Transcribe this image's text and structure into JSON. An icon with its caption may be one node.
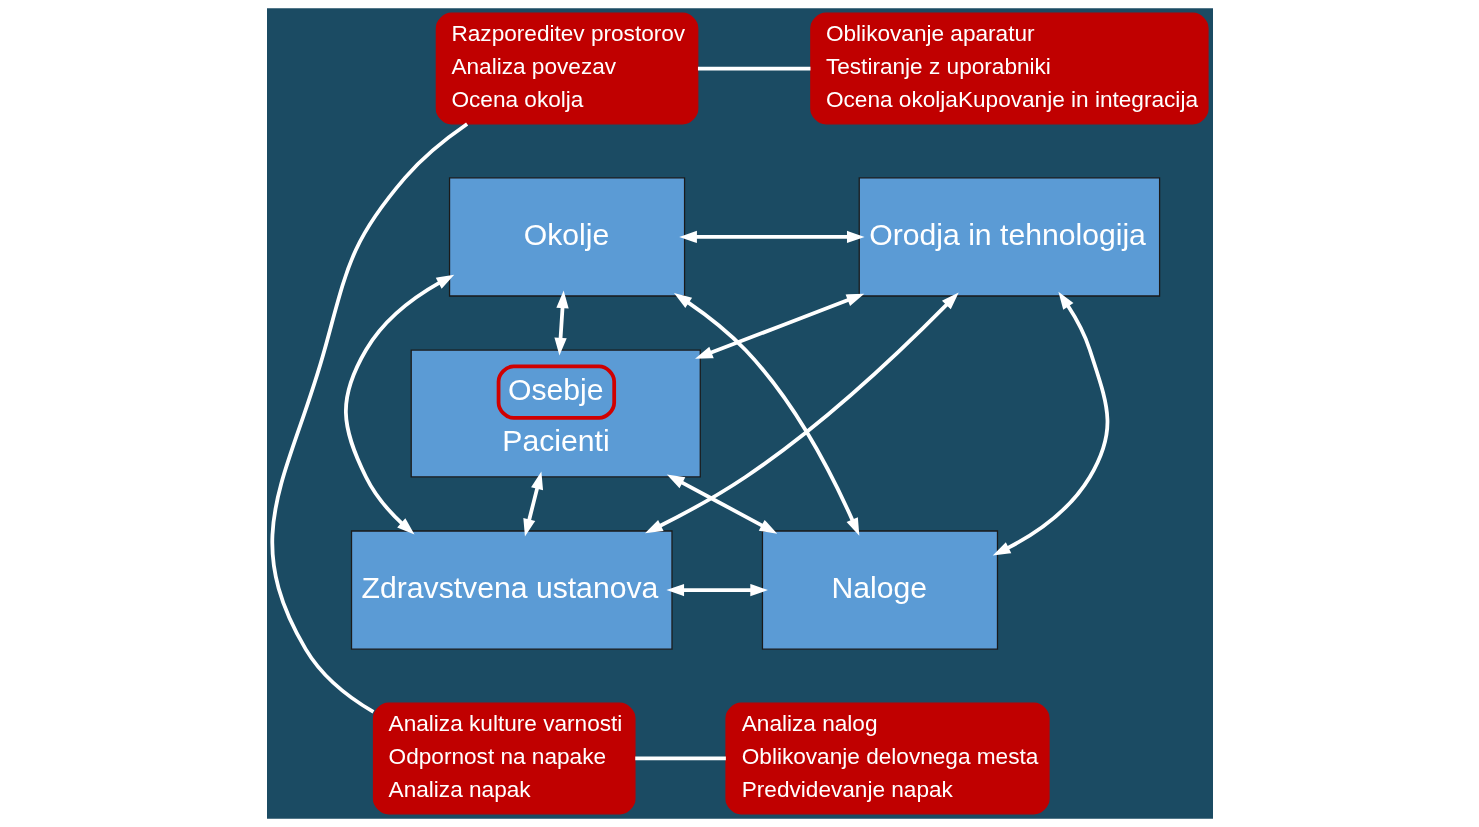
{
  "diagram": {
    "nodes": [
      {
        "text": [
          "Razporeditev prostorov",
          "Analiza povezav",
          "Ocena okolja"
        ]
      },
      {
        "text": [
          "Oblikovanje aparatur",
          "Testiranje z uporabniki",
          "Ocena okoljaKupovanje in integracija"
        ]
      },
      {
        "text": [
          "Okolje"
        ]
      },
      {
        "text": [
          "Orodja in tehnologija"
        ]
      },
      {
        "text": [
          "Osebje",
          "Pacienti"
        ]
      },
      {
        "text": [
          "Zdravstvena ustanova"
        ]
      },
      {
        "text": [
          "Naloge"
        ]
      },
      {
        "text": [
          "Analiza kulture varnosti",
          "Odpornost na napake",
          "Analiza napak"
        ]
      },
      {
        "text": [
          "Analiza nalog",
          "Oblikovanje delovnega mesta",
          "Predvidevanje napak"
        ]
      }
    ],
    "edges": [
      {
        "from": 0,
        "to": 1,
        "arrow": "none"
      },
      {
        "from": 0,
        "to": 7,
        "arrow": "none"
      },
      {
        "from": 7,
        "to": 8,
        "arrow": "none"
      },
      {
        "from": 2,
        "to": 3,
        "arrow": "both"
      },
      {
        "from": 2,
        "to": 4,
        "arrow": "both"
      },
      {
        "from": 2,
        "to": 5,
        "arrow": "both"
      },
      {
        "from": 2,
        "to": 6,
        "arrow": "both"
      },
      {
        "from": 3,
        "to": 5,
        "arrow": "both"
      },
      {
        "from": 3,
        "to": 4,
        "arrow": "both"
      },
      {
        "from": 3,
        "to": 6,
        "arrow": "both"
      },
      {
        "from": 4,
        "to": 5,
        "arrow": "both"
      },
      {
        "from": 4,
        "to": 6,
        "arrow": "both"
      },
      {
        "from": 5,
        "to": 6,
        "arrow": "both"
      }
    ]
  }
}
